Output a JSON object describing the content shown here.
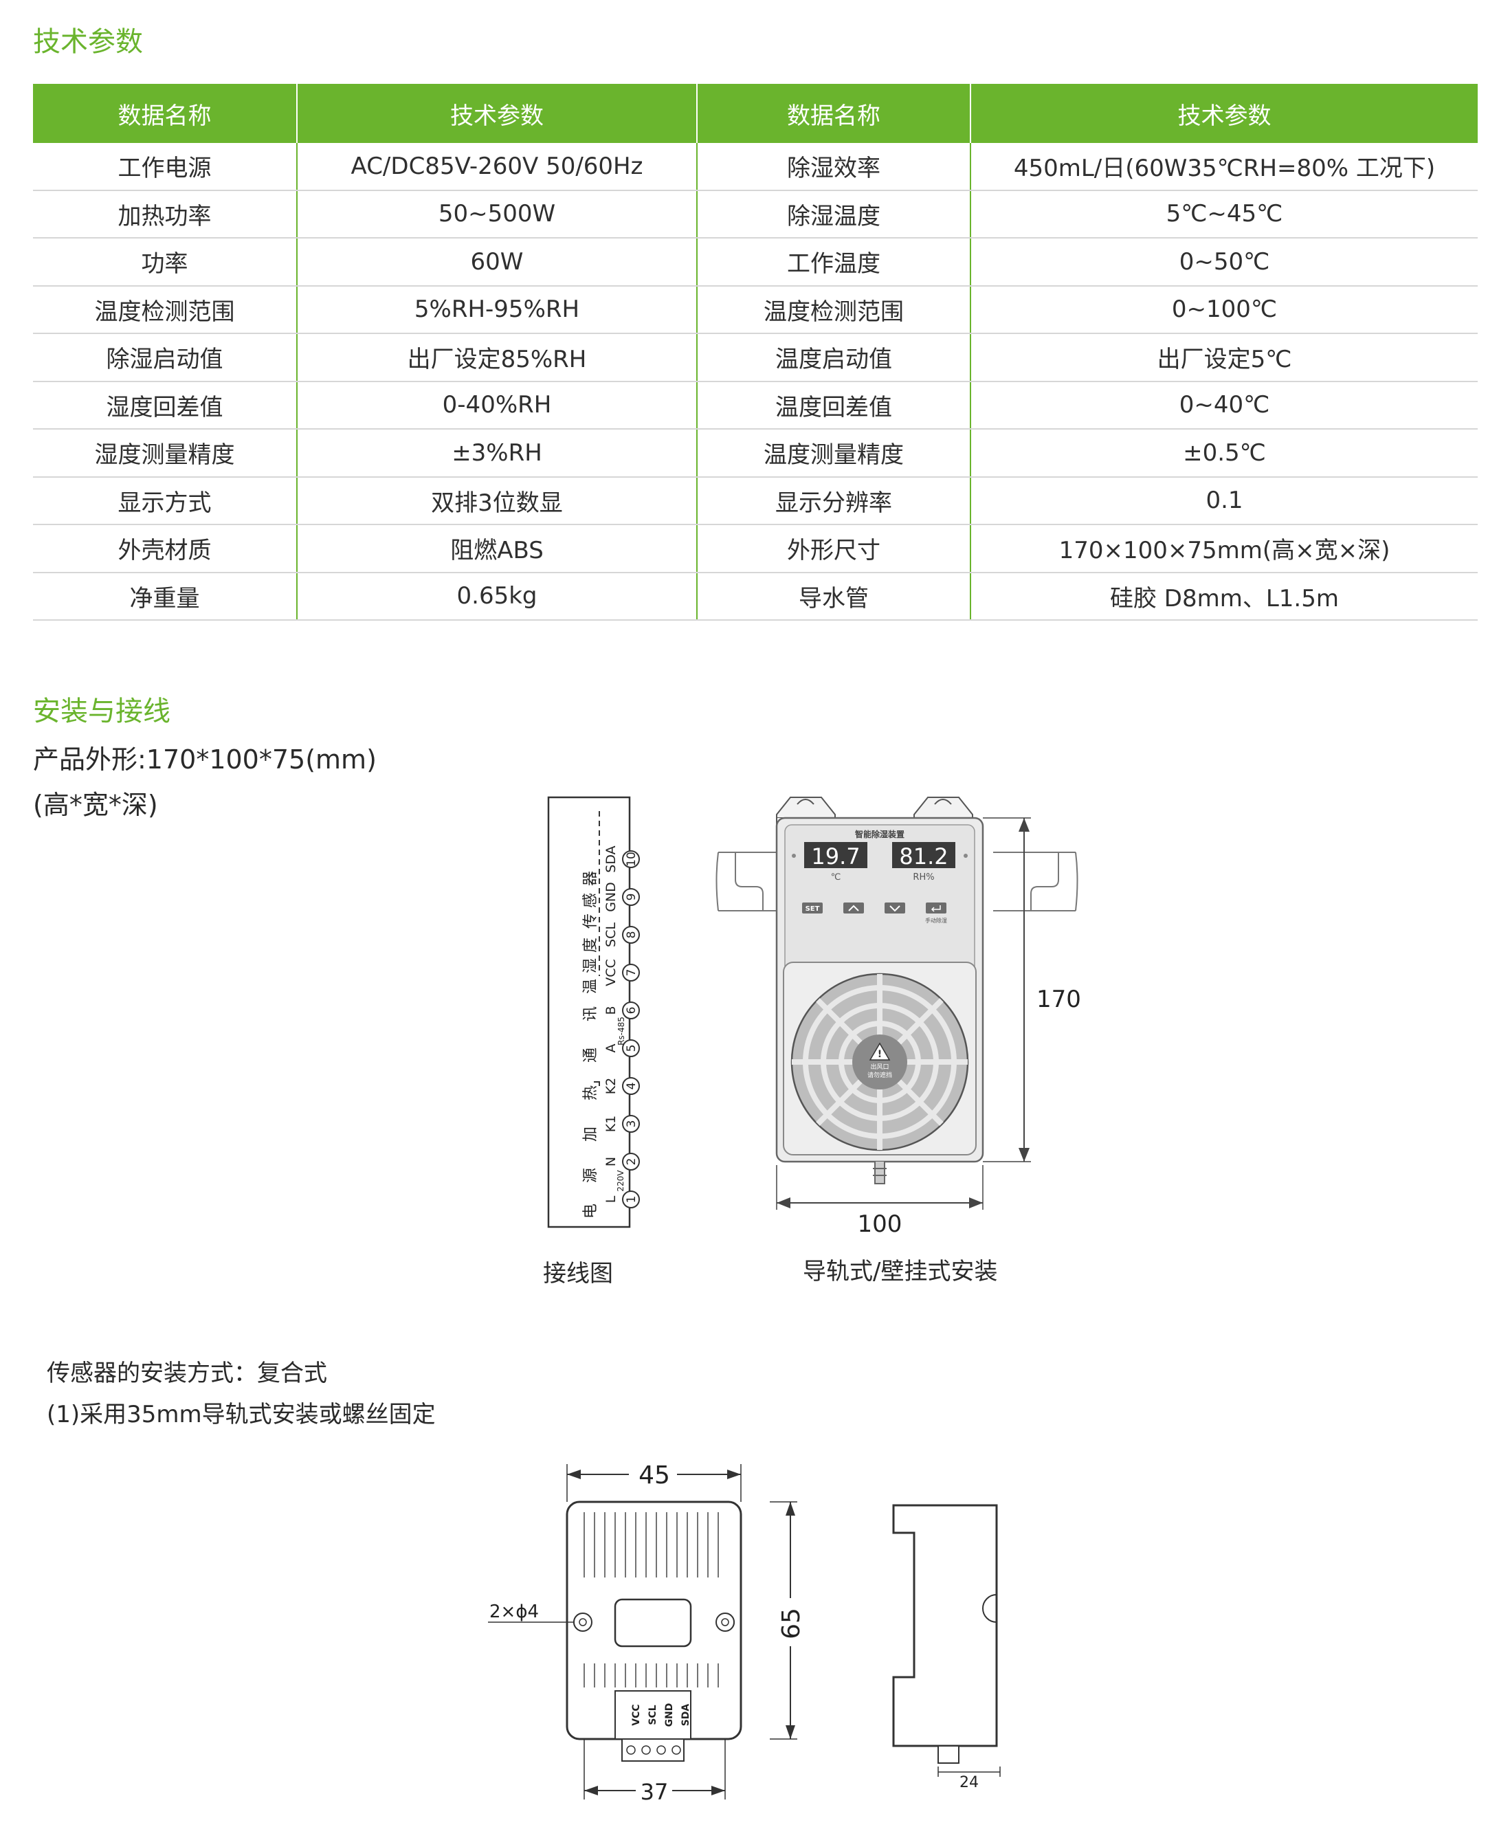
{
  "section_specs": {
    "title": "技术参数"
  },
  "spec_table": {
    "headers": [
      "数据名称",
      "技术参数",
      "数据名称",
      "技术参数"
    ],
    "rows": [
      [
        "工作电源",
        "AC/DC85V-260V 50/60Hz",
        "除湿效率",
        "450mL/日(60W35℃RH=80% 工况下)"
      ],
      [
        "加热功率",
        "50~500W",
        "除湿温度",
        "5℃~45℃"
      ],
      [
        "功率",
        "60W",
        "工作温度",
        "0~50℃"
      ],
      [
        "温度检测范围",
        "5%RH-95%RH",
        "温度检测范围",
        "0~100℃"
      ],
      [
        "除湿启动值",
        "出厂设定85%RH",
        "温度启动值",
        "出厂设定5℃"
      ],
      [
        "湿度回差值",
        "0-40%RH",
        "温度回差值",
        "0~40℃"
      ],
      [
        "湿度测量精度",
        "±3%RH",
        "温度测量精度",
        "±0.5℃"
      ],
      [
        "显示方式",
        "双排3位数显",
        "显示分辨率",
        "0.1"
      ],
      [
        "外壳材质",
        "阻燃ABS",
        "外形尺寸",
        "170×100×75mm(高×宽×深)"
      ],
      [
        "净重量",
        "0.65kg",
        "导水管",
        "硅胶 D8mm、L1.5m"
      ]
    ]
  },
  "section_install": {
    "title": "安装与接线",
    "shape_line1": "产品外形:170*100*75(mm)",
    "shape_line2": "(高*宽*深)"
  },
  "wiring": {
    "caption": "接线图",
    "terminals": [
      "1",
      "2",
      "3",
      "4",
      "5",
      "6",
      "7",
      "8",
      "9",
      "10"
    ],
    "signals": [
      "L",
      "N",
      "K1",
      "K2",
      "A",
      "B",
      "VCC",
      "SCL",
      "GND",
      "SDA"
    ],
    "groups": [
      "电",
      "源",
      "加",
      "热",
      "通",
      "讯",
      "温",
      "湿",
      "度",
      "传",
      "感",
      "器"
    ],
    "voltage": "220V",
    "rs485": "Rs-485"
  },
  "device": {
    "caption": "导轨式/壁挂式安装",
    "panel_title": "智能除湿装置",
    "temp_value": "19.7",
    "temp_unit": "℃",
    "rh_value": "81.2",
    "rh_unit": "RH%",
    "buttons": [
      "SET",
      "up",
      "down",
      "enter"
    ],
    "manual_label": "手动除湿",
    "fan_label1": "出风口",
    "fan_label2": "请勿遮挡",
    "height_dim": "170",
    "width_dim": "100"
  },
  "sensor_section": {
    "line1": "传感器的安装方式：复合式",
    "line2": "(1)采用35mm导轨式安装或螺丝固定"
  },
  "sensor_drawing": {
    "width_dim": "45",
    "height_dim": "65",
    "bottom_dim": "37",
    "hole_label": "2×ϕ4",
    "pins": [
      "VCC",
      "SCL",
      "GND",
      "SDA"
    ],
    "side_dim": "24"
  },
  "colors": {
    "accent": "#6ab42d",
    "line": "#d6d6d6"
  }
}
